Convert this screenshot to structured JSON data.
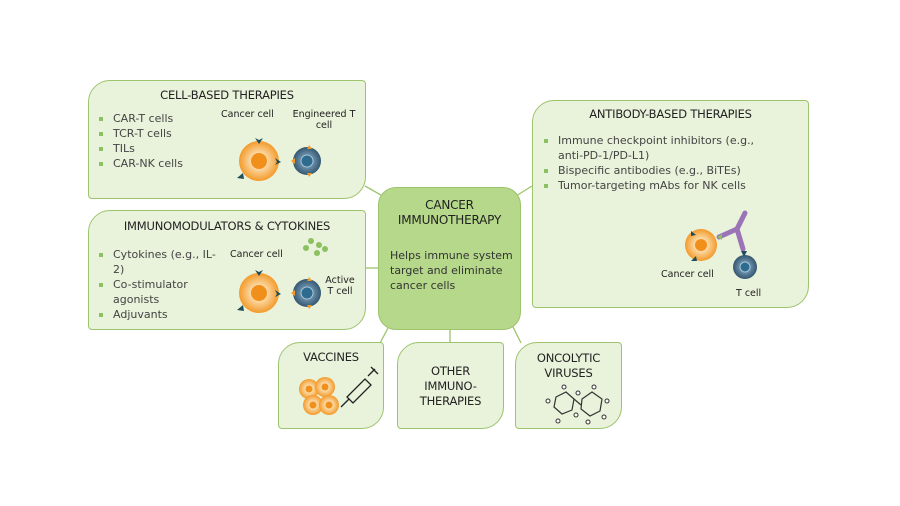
{
  "center": {
    "title_line1": "CANCER",
    "title_line2": "IMMUNOTHERAPY",
    "description": "Helps immune system target and eliminate cancer cells"
  },
  "cell_based": {
    "title": "CELL-BASED THERAPIES",
    "items": [
      "CAR-T cells",
      "TCR-T cells",
      "TILs",
      "CAR-NK cells"
    ],
    "label_cancer": "Cancer cell",
    "label_tcell": "Engineered T cell"
  },
  "immunomodulators": {
    "title": "IMMUNOMODULATORS & CYTOKINES",
    "items": [
      "Cytokines (e.g., IL-2)",
      "Co-stimulator agonists",
      "Adjuvants"
    ],
    "label_cancer": "Cancer cell",
    "label_tcell": "Active T cell"
  },
  "antibody": {
    "title": "ANTIBODY-BASED THERAPIES",
    "items": [
      "Immune checkpoint inhibitors (e.g., anti-PD-1/PD-L1)",
      "Bispecific antibodies (e.g., BiTEs)",
      "Tumor-targeting mAbs for NK cells"
    ],
    "label_cancer": "Cancer cell",
    "label_tcell": "T cell"
  },
  "vaccines": {
    "title": "VACCINES"
  },
  "other": {
    "title": "OTHER IMMUNO-THERAPIES"
  },
  "oncolytic": {
    "title": "ONCOLYTIC VIRUSES"
  },
  "colors": {
    "box_fill": "#e9f2da",
    "border": "#9cc46c",
    "center_fill": "#b5d88a",
    "cancer": "#f39a2a",
    "tcell": "#4a7290",
    "antibody": "#9b74b8"
  }
}
